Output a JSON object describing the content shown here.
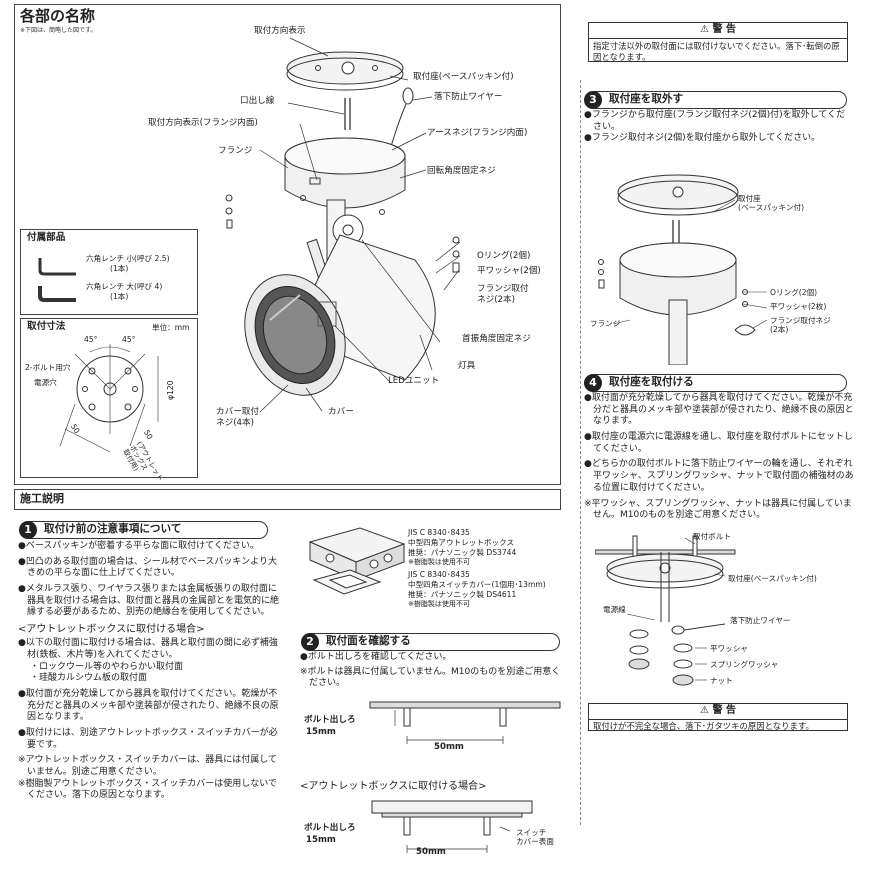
{
  "parts": {
    "title": "各部の名称",
    "note": "※下図は、簡略した図です。",
    "labels": {
      "install_dir": "取付方向表示",
      "base": "取付座(ベースパッキン付)",
      "lead": "口出し線",
      "wire": "落下防止ワイヤー",
      "install_dir_flange": "取付方向表示(フランジ内面)",
      "earth": "アースネジ(フランジ内面)",
      "flange": "フランジ",
      "rotate_screw": "回転角度固定ネジ",
      "oring": "Oリング(2個)",
      "washer": "平ワッシャ(2個)",
      "flange_screw": "フランジ取付\nネジ(2本)",
      "neck_screw": "首振角度固定ネジ",
      "led": "LEDユニット",
      "lamp": "灯具",
      "cover_screw": "カバー取付\nネジ(4本)",
      "cover": "カバー"
    }
  },
  "accessories": {
    "title": "付属部品",
    "item1": "六角レンチ 小(呼び 2.5)",
    "item1_qty": "(1本)",
    "item2": "六角レンチ 大(呼び 4)",
    "item2_qty": "(1本)"
  },
  "dimensions": {
    "title": "取付寸法",
    "unit": "単位：mm",
    "angle1": "45°",
    "angle2": "45°",
    "bolt_hole": "2-ボルト用穴",
    "power_hole": "電源穴",
    "phi": "φ120",
    "d50a": "50",
    "d50b": "50",
    "outlet": "(アウトレット\nボックス\n取付用)"
  },
  "construction": {
    "title": "施工説明"
  },
  "step1": {
    "num": "1",
    "title": "取付け前の注意事項について",
    "bullets": [
      "●ベースパッキンが密着する平らな面に取付けてください。",
      "●凹凸のある取付面の場合は、シール材でベースパッキンより大きめの平らな面に仕上げてください。",
      "●メタルラス張り、ワイヤラス張りまたは金属板張りの取付面に器具を取付ける場合は、取付面と器具の金属部とを電気的に絶縁する必要があるため、別売の絶縁台を使用してください。"
    ],
    "outlet_head": "<アウトレットボックスに取付ける場合>",
    "outlet_bullets": [
      "●以下の取付面に取付ける場合は、器具と取付面の間に必ず補強材(鉄板、木片等)を入れてください。",
      "●取付面が充分乾燥してから器具を取付けてください。乾燥が不充分だと器具のメッキ部や塗装部が侵されたり、絶縁不良の原因となります。",
      "●取付けには、別途アウトレットボックス・スイッチカバーが必要です。",
      "※アウトレットボックス・スイッチカバーは、器具には付属していません。別途ご用意ください。",
      "※樹脂製アウトレットボックス・スイッチカバーは使用しないでください。落下の原因となります。"
    ],
    "sub1": "・ロックウール等のやわらかい取付面",
    "sub2": "・珪酸カルシウム板の取付面"
  },
  "boxes": {
    "b1_1": "JIS C 8340･8435",
    "b1_2": "中型四角アウトレットボックス",
    "b1_3": "推奨：パナソニック製 DS3744",
    "b1_4": "※樹脂製は使用不可",
    "b2_1": "JIS C 8340･8435",
    "b2_2": "中型四角スイッチカバー(1個用･13mm)",
    "b2_3": "推奨：パナソニック製 DS4611",
    "b2_4": "※樹脂製は使用不可"
  },
  "step2": {
    "num": "2",
    "title": "取付面を確認する",
    "line1": "●ボルト出しろを確認してください。",
    "line2": "※ボルトは器具に付属していません。M10のものを別途ご用意ください。",
    "bolt": "ボルト出しろ",
    "mm15": "15mm",
    "mm50": "50mm",
    "outlet_head": "<アウトレットボックスに取付ける場合>",
    "bolt2": "ボルト出しろ",
    "mm15b": "15mm",
    "mm50b": "50mm",
    "switch": "スイッチ\nカバー表面"
  },
  "warning1": {
    "head": "⚠ 警 告",
    "text": "指定寸法以外の取付面には取付けないでください。落下･転倒の原因となります。"
  },
  "step3": {
    "num": "3",
    "title": "取付座を取外す",
    "b1": "●フランジから取付座(フランジ取付ネジ(2個)付)を取外してください。",
    "b2": "●フランジ取付ネジ(2個)を取付座から取外してください。",
    "base": "取付座\n(ベースパッキン付)",
    "oring": "Oリング(2個)",
    "washer": "平ワッシャ(2枚)",
    "screw": "フランジ取付ネジ\n(2本)",
    "flange": "フランジ"
  },
  "step4": {
    "num": "4",
    "title": "取付座を取付ける",
    "bullets": [
      "●取付面が充分乾燥してから器具を取付けてください。乾燥が不充分だと器具のメッキ部や塗装部が侵されたり、絶縁不良の原因となります。",
      "●取付座の電源穴に電源線を通し、取付座を取付ボルトにセットしてください。",
      "●どちらかの取付ボルトに落下防止ワイヤーの輪を通し、それぞれ平ワッシャ、スプリングワッシャ、ナットで取付面の補強材のある位置に取付けてください。",
      "※平ワッシャ、スプリングワッシャ、ナットは器具に付属していません。M10のものを別途ご用意ください。"
    ],
    "bolt": "取付ボルト",
    "base": "取付座(ベースパッキン付)",
    "power": "電源線",
    "wire": "落下防止ワイヤー",
    "washer": "平ワッシャ",
    "spring": "スプリングワッシャ",
    "nut": "ナット"
  },
  "warning2": {
    "head": "⚠ 警 告",
    "text": "取付けが不完全な場合、落下･ガタツキの原因となります。"
  }
}
